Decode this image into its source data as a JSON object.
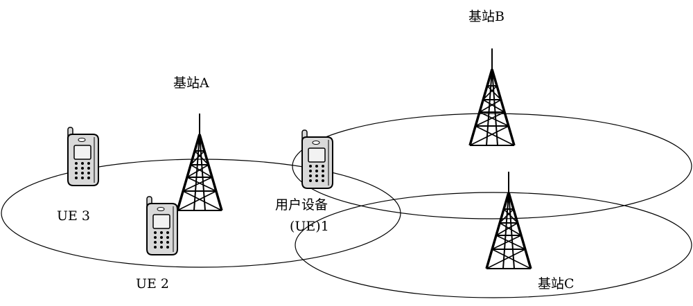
{
  "stations": [
    {
      "id": "a",
      "label": "基站A"
    },
    {
      "id": "b",
      "label": "基站B"
    },
    {
      "id": "c",
      "label": "基站C"
    }
  ],
  "devices": [
    {
      "id": "ue1",
      "label_line1": "用户设备",
      "label_line2": "(UE)1"
    },
    {
      "id": "ue2",
      "label": "UE 2"
    },
    {
      "id": "ue3",
      "label": "UE 3"
    }
  ],
  "colors": {
    "stroke": "#000000",
    "phone_fill": "#d9d9d9",
    "screen_fill": "#f2f2f2",
    "background": "#ffffff"
  }
}
